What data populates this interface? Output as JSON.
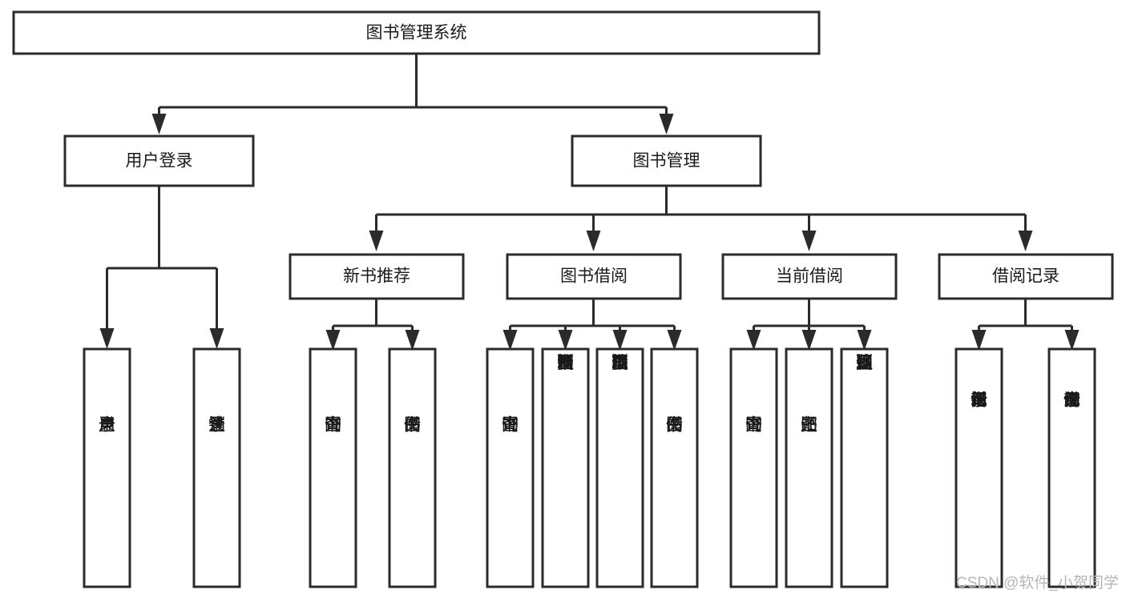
{
  "diagram": {
    "title": "图书管理系统",
    "type": "hierarchy-tree",
    "orientation": "top-down",
    "colors": {
      "box_stroke": "#2b2b2b",
      "box_fill": "#ffffff",
      "connector": "#2b2b2b",
      "text": "#1a1a1a",
      "watermark": "#b6b6b6",
      "background": "#ffffff"
    }
  },
  "root": {
    "label": "图书管理系统"
  },
  "level2": [
    {
      "label": "用户登录"
    },
    {
      "label": "图书管理"
    }
  ],
  "level3": [
    {
      "label": "新书推荐"
    },
    {
      "label": "图书借阅"
    },
    {
      "label": "当前借阅"
    },
    {
      "label": "借阅记录"
    }
  ],
  "leaves": {
    "user_login": [
      {
        "label": "用户登录"
      },
      {
        "label": "注销登录"
      }
    ],
    "new_book_recommend": [
      {
        "label": "查询图书"
      },
      {
        "label": "借阅图书"
      }
    ],
    "book_borrow": [
      {
        "label": "查询图书"
      },
      {
        "label": "新增图书（管理员）"
      },
      {
        "label": "编辑图书（管理员）"
      },
      {
        "label": "借阅图书"
      }
    ],
    "current_borrow": [
      {
        "label": "查询图书"
      },
      {
        "label": "归还图书"
      },
      {
        "label": "确认归还（管理员）"
      }
    ],
    "borrow_records": [
      {
        "label": "新增借阅记录"
      },
      {
        "label": "查询借阅记录"
      }
    ]
  },
  "watermark": {
    "text": "CSDN @软件_小贺同学"
  }
}
